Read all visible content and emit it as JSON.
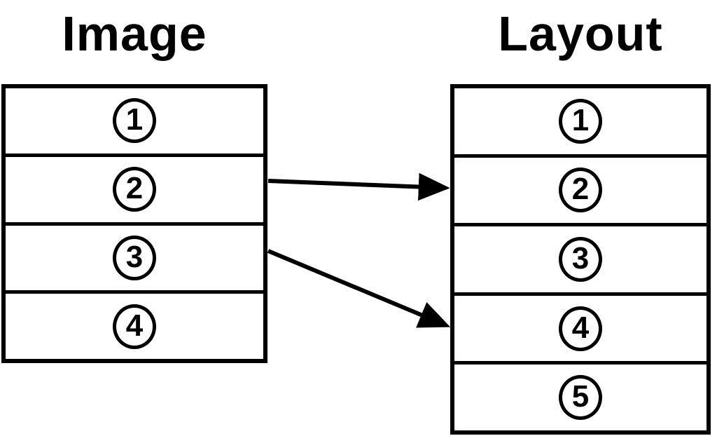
{
  "diagram": {
    "image_column": {
      "title": "Image",
      "rows": [
        {
          "label": "1"
        },
        {
          "label": "2"
        },
        {
          "label": "3"
        },
        {
          "label": "4"
        }
      ]
    },
    "layout_column": {
      "title": "Layout",
      "rows": [
        {
          "label": "1"
        },
        {
          "label": "2"
        },
        {
          "label": "3"
        },
        {
          "label": "4"
        },
        {
          "label": "5"
        }
      ]
    },
    "arrows": [
      {
        "from_column": "Image",
        "from_row": "2",
        "to_column": "Layout",
        "to_row": "2"
      },
      {
        "from_column": "Image",
        "from_row": "3",
        "to_column": "Layout",
        "to_row": "4"
      }
    ],
    "colors": {
      "stroke": "#000000",
      "background": "#ffffff"
    }
  }
}
